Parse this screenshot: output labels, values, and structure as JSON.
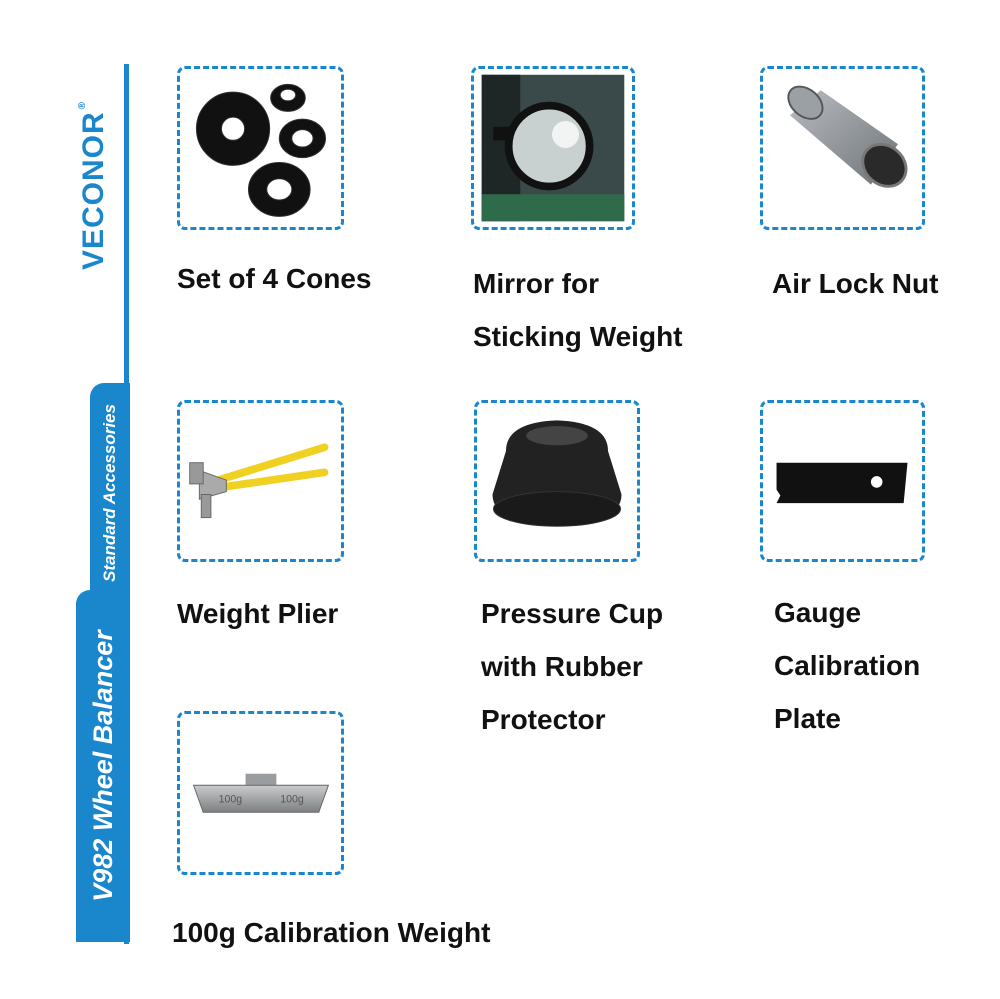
{
  "brand": {
    "name": "VECONOR",
    "mark": "®",
    "color": "#1a86cc"
  },
  "sidebar": {
    "section_label": "Standard Accessories",
    "product_title": "V982 Wheel Balancer"
  },
  "accessories": [
    {
      "icon": "cones-icon",
      "label_lines": [
        "Set of 4 Cones"
      ]
    },
    {
      "icon": "mirror-icon",
      "label_lines": [
        "Mirror for",
        "Sticking Weight"
      ]
    },
    {
      "icon": "air-lock-nut-icon",
      "label_lines": [
        "Air Lock Nut"
      ]
    },
    {
      "icon": "weight-plier-icon",
      "label_lines": [
        "Weight Plier"
      ]
    },
    {
      "icon": "pressure-cup-icon",
      "label_lines": [
        "Pressure Cup",
        "with Rubber",
        "Protector"
      ]
    },
    {
      "icon": "calibration-plate-icon",
      "label_lines": [
        "Gauge",
        "Calibration",
        "Plate"
      ]
    },
    {
      "icon": "calibration-weight-icon",
      "label_lines": [
        "100g Calibration Weight"
      ],
      "weight_marks": [
        "100g",
        "100g"
      ]
    }
  ]
}
